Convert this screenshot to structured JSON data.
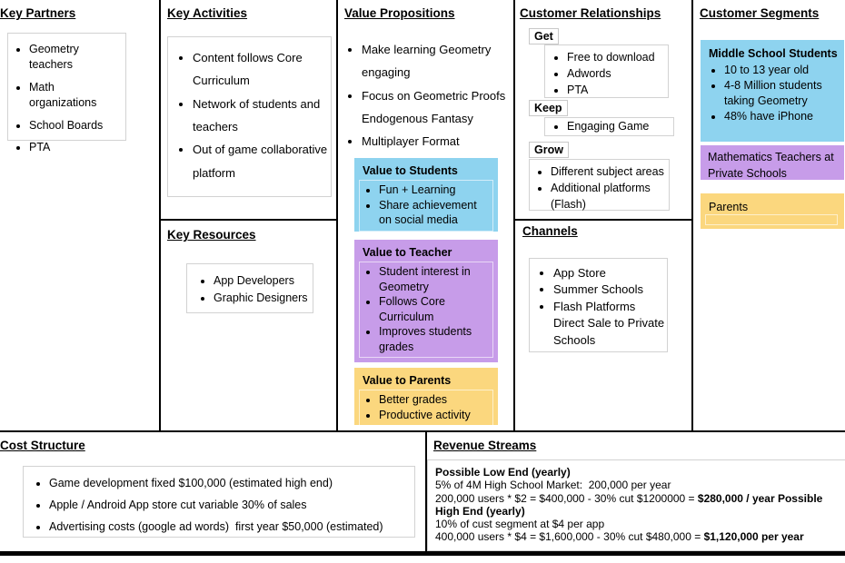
{
  "colors": {
    "blue": "#8ed3ef",
    "purple": "#c79ce9",
    "yellow": "#fbd77e"
  },
  "key_partners": {
    "title": "Key Partners",
    "items": [
      "Geometry teachers",
      "Math organizations",
      "School Boards",
      "PTA"
    ]
  },
  "key_activities": {
    "title": "Key Activities",
    "items": [
      "Content follows Core Curriculum",
      "Network of students and teachers",
      "Out of game collaborative platform"
    ]
  },
  "key_resources": {
    "title": "Key Resources",
    "items": [
      "App Developers",
      "Graphic Designers"
    ]
  },
  "value_propositions": {
    "title": "Value Propositions",
    "items": [
      "Make learning Geometry engaging",
      "Focus on Geometric Proofs Endogenous Fantasy",
      "Multiplayer Format"
    ],
    "students": {
      "title": "Value to Students",
      "items": [
        "Fun + Learning",
        "Share achievement on social media"
      ]
    },
    "teacher": {
      "title": "Value to Teacher",
      "items": [
        "Student interest in Geometry",
        "Follows Core Curriculum",
        "Improves students grades"
      ]
    },
    "parents": {
      "title": "Value to Parents",
      "items": [
        "Better grades",
        "Productive activity"
      ]
    }
  },
  "customer_relationships": {
    "title": "Customer Relationships",
    "get": {
      "label": "Get",
      "items": [
        "Free to download",
        "Adwords",
        "PTA"
      ]
    },
    "keep": {
      "label": "Keep",
      "items": [
        "Engaging Game"
      ]
    },
    "grow": {
      "label": "Grow",
      "items": [
        "Different subject areas",
        "Additional platforms (Flash)"
      ]
    }
  },
  "channels": {
    "title": "Channels",
    "items": [
      "App Store",
      "Summer Schools",
      "Flash Platforms Direct Sale to Private Schools"
    ]
  },
  "customer_segments": {
    "title": "Customer Segments",
    "middle_school": {
      "title": "Middle School Students",
      "items": [
        "10 to 13 year old",
        "4-8 Million students taking Geometry",
        "48% have iPhone"
      ]
    },
    "teachers_label": "Mathematics Teachers at Private Schools",
    "parents_label": "Parents"
  },
  "cost_structure": {
    "title": "Cost Structure",
    "items": [
      "Game development fixed $100,000 (estimated high end)",
      "Apple / Android App store cut variable 30% of sales",
      "Advertising costs (google ad words)  first year $50,000 (estimated)"
    ]
  },
  "revenue_streams": {
    "title": "Revenue Streams",
    "line1_bold": "Possible Low End (yearly)",
    "line2": "5% of 4M High School Market:  200,000 per year",
    "line3_text": "200,000 users * $2 = $400,000 - 30% cut $1200000 = ",
    "line3_bold": "$280,000 / year Possible High End (yearly)",
    "line4": "10% of cust segment at $4 per app",
    "line5_text": "400,000 users * $4 = $1,600,000 - 30% cut $480,000 = ",
    "line5_bold": "$1,120,000 per year"
  }
}
